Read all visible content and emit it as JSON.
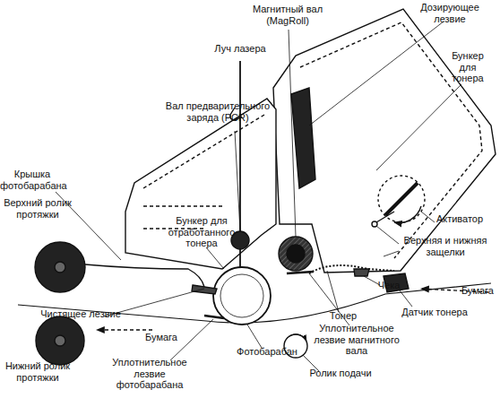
{
  "diagram": {
    "labels": [
      "Магнитный вал (MagRoll)",
      "Дозирующее лезвие",
      "Луч лазера",
      "Бункер для тонера",
      "Вал предварительного заряда (PCR)",
      "Крышка фотобарабана",
      "Верхний ролик протяжки",
      "Активатор",
      "Бункер для отработанного тонера",
      "Верхняя и нижняя защелки",
      "Чека",
      "Бумага",
      "Датчик тонера",
      "Тонер",
      "Чистящее лезвие",
      "Бумага",
      "Уплотнительное лезвие магнитного вала",
      "Фотобарабан",
      "Уплотнительное лезвие фотобарабана",
      "Ролик подачи",
      "Нижний ролик протяжки"
    ]
  }
}
